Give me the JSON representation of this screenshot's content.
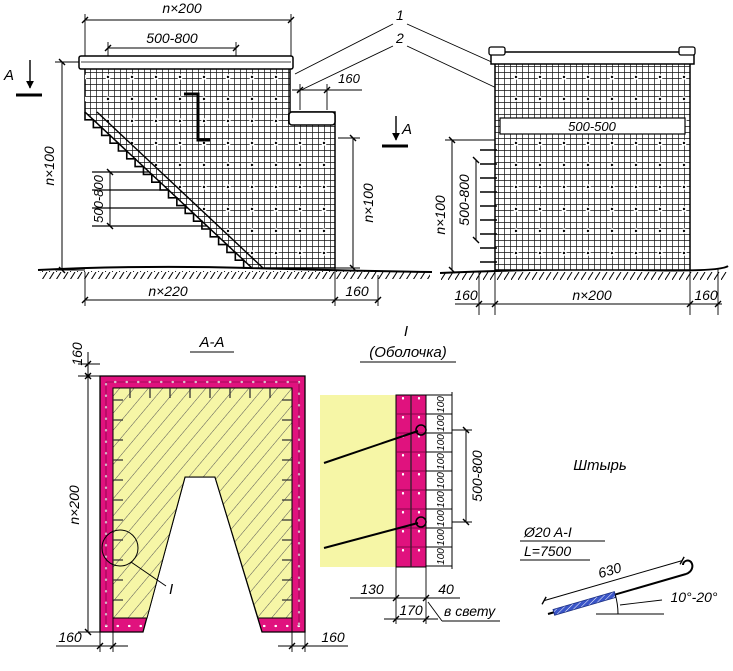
{
  "elevation_front": {
    "dim_top_total": "n×200",
    "dim_top_inner": "500-800",
    "dim_left_height": "n×100",
    "dim_inner_spacing": "500-800",
    "dim_right_height": "n×100",
    "dim_step": "160",
    "dim_bottom_total": "n×220",
    "dim_bottom_right": "160",
    "section_mark_left": "A",
    "section_mark_right": "A"
  },
  "callouts": {
    "label_1": "1",
    "label_2": "2"
  },
  "elevation_side": {
    "band_label": "500-500",
    "dim_left_height": "n×100",
    "dim_inner_spacing": "500-800",
    "dim_bottom_left": "160",
    "dim_bottom_total": "n×200",
    "dim_bottom_right": "160"
  },
  "section_aa": {
    "title": "A-A",
    "dim_top_offset": "160",
    "dim_height": "n×200",
    "detail_marker": "I",
    "dim_bottom_left": "160",
    "dim_bottom_right": "160"
  },
  "detail_shell": {
    "title": "I",
    "subtitle": "(Оболочка)",
    "spacing_labels": [
      "100",
      "100",
      "100",
      "100",
      "100",
      "100",
      "100",
      "100",
      "100"
    ],
    "dim_pin_spacing": "500-800",
    "dim_left": "130",
    "dim_right": "40",
    "dim_total": "170",
    "clear_label": "в свету"
  },
  "pin": {
    "title": "Штырь",
    "spec": "Ø20 A-I",
    "length": "L=7500",
    "dim_length": "630",
    "angle": "10°-20°"
  },
  "colors": {
    "shell": "#e0127e",
    "fill": "#f6f6a6",
    "rod": "#3a55c8"
  }
}
